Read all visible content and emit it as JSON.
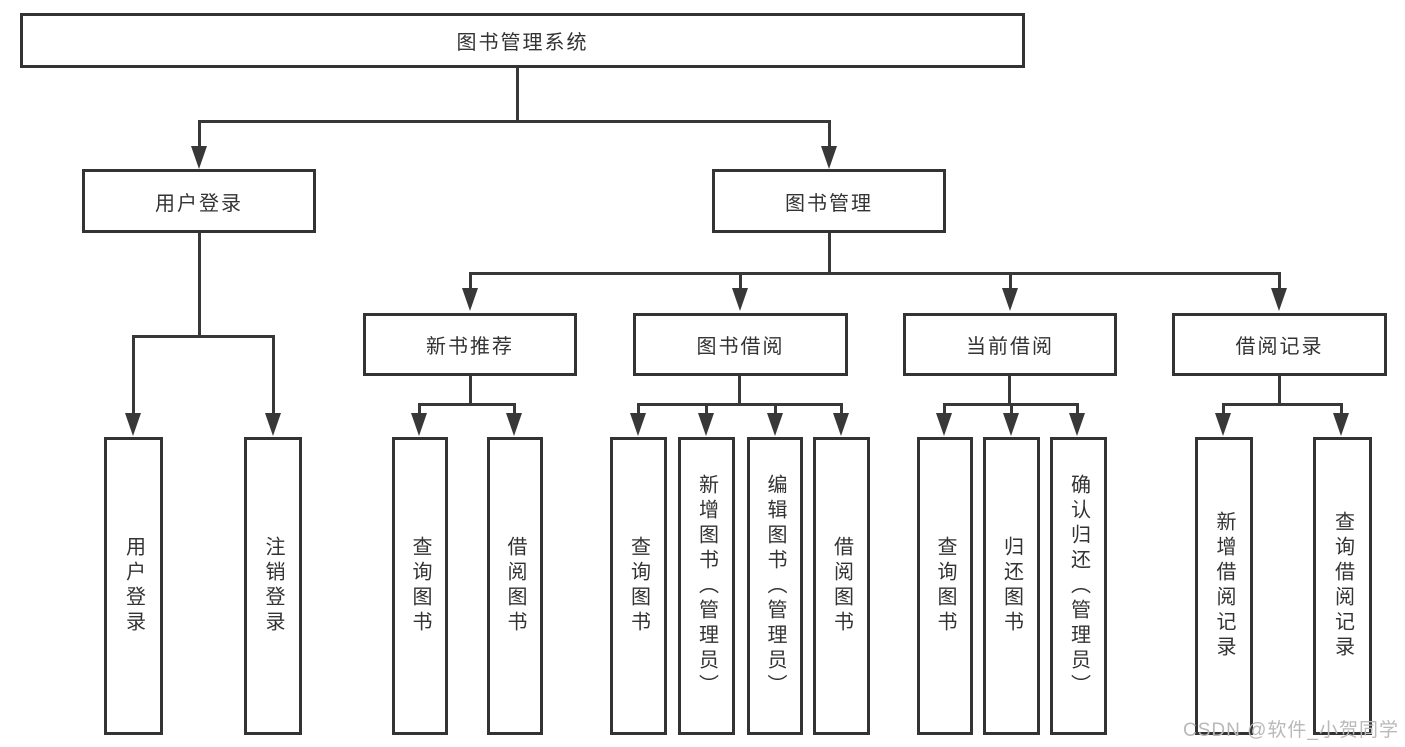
{
  "diagram": {
    "root": {
      "label": "图书管理系统"
    },
    "level2": [
      {
        "label": "用户登录"
      },
      {
        "label": "图书管理"
      }
    ],
    "level3": [
      {
        "label": "新书推荐"
      },
      {
        "label": "图书借阅"
      },
      {
        "label": "当前借阅"
      },
      {
        "label": "借阅记录"
      }
    ],
    "leaves": [
      {
        "label": "用户登录"
      },
      {
        "label": "注销登录"
      },
      {
        "label": "查询图书"
      },
      {
        "label": "借阅图书"
      },
      {
        "label": "查询图书"
      },
      {
        "label": "新增图书（管理员）"
      },
      {
        "label": "编辑图书（管理员）"
      },
      {
        "label": "借阅图书"
      },
      {
        "label": "查询图书"
      },
      {
        "label": "归还图书"
      },
      {
        "label": "确认归还（管理员）"
      },
      {
        "label": "新增借阅记录"
      },
      {
        "label": "查询借阅记录"
      }
    ]
  },
  "watermark": "CSDN @软件_小贺同学",
  "colors": {
    "line": "#383838",
    "box_border": "#333333",
    "text": "#333333",
    "background": "#ffffff",
    "watermark": "#b9b9b9"
  }
}
